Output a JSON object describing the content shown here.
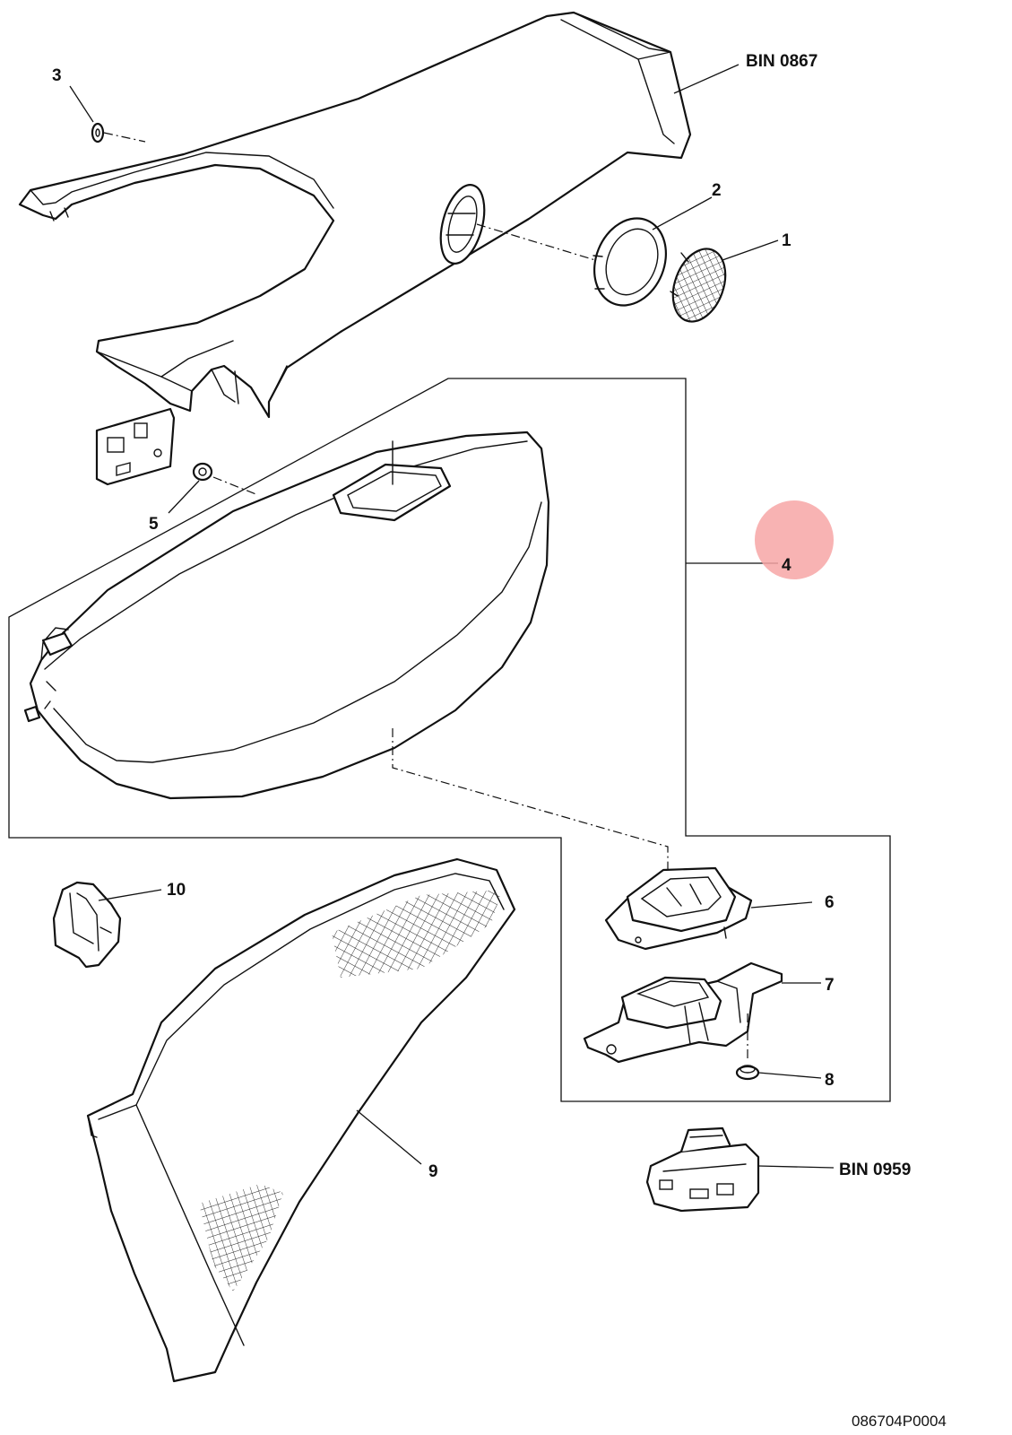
{
  "labels": {
    "bin_0867": "BIN 0867",
    "bin_0959": "BIN 0959",
    "p1": "1",
    "p2": "2",
    "p3": "3",
    "p4": "4",
    "p5": "5",
    "p6": "6",
    "p7": "7",
    "p8": "8",
    "p9": "9",
    "p10": "10"
  },
  "drawing_number": "086704P0004",
  "highlight_color": "#f7a6a6"
}
